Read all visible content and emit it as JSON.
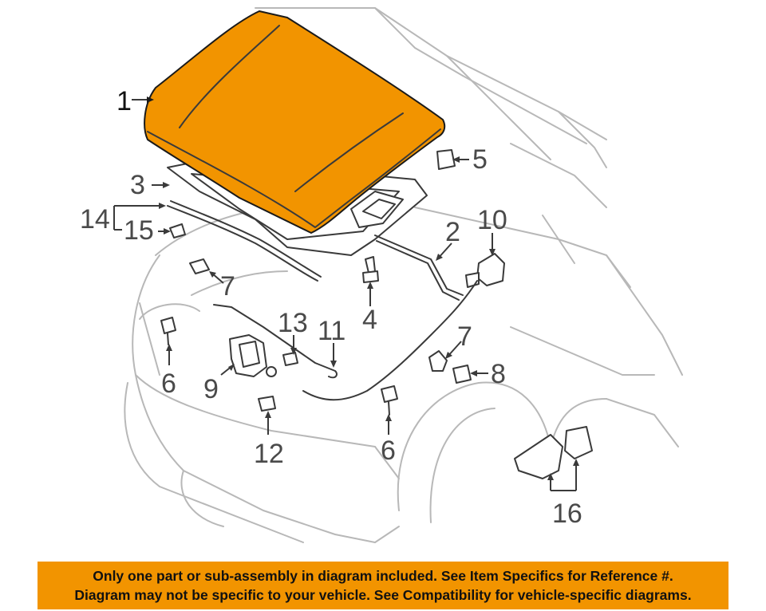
{
  "diagram": {
    "highlight_color": "#f29400",
    "callouts": [
      {
        "id": "c1",
        "label": "1"
      },
      {
        "id": "c2",
        "label": "2"
      },
      {
        "id": "c3",
        "label": "3"
      },
      {
        "id": "c4",
        "label": "4"
      },
      {
        "id": "c5",
        "label": "5"
      },
      {
        "id": "c6a",
        "label": "6"
      },
      {
        "id": "c6b",
        "label": "6"
      },
      {
        "id": "c7a",
        "label": "7"
      },
      {
        "id": "c7b",
        "label": "7"
      },
      {
        "id": "c8",
        "label": "8"
      },
      {
        "id": "c9",
        "label": "9"
      },
      {
        "id": "c10",
        "label": "10"
      },
      {
        "id": "c11",
        "label": "11"
      },
      {
        "id": "c12",
        "label": "12"
      },
      {
        "id": "c13",
        "label": "13"
      },
      {
        "id": "c14",
        "label": "14"
      },
      {
        "id": "c15",
        "label": "15"
      },
      {
        "id": "c16",
        "label": "16"
      }
    ]
  },
  "banner": {
    "line1": "Only one part or sub-assembly in diagram included. See Item Specifics for Reference #.",
    "line2": "Diagram may not be specific to your vehicle. See Compatibility for vehicle-specific diagrams."
  }
}
